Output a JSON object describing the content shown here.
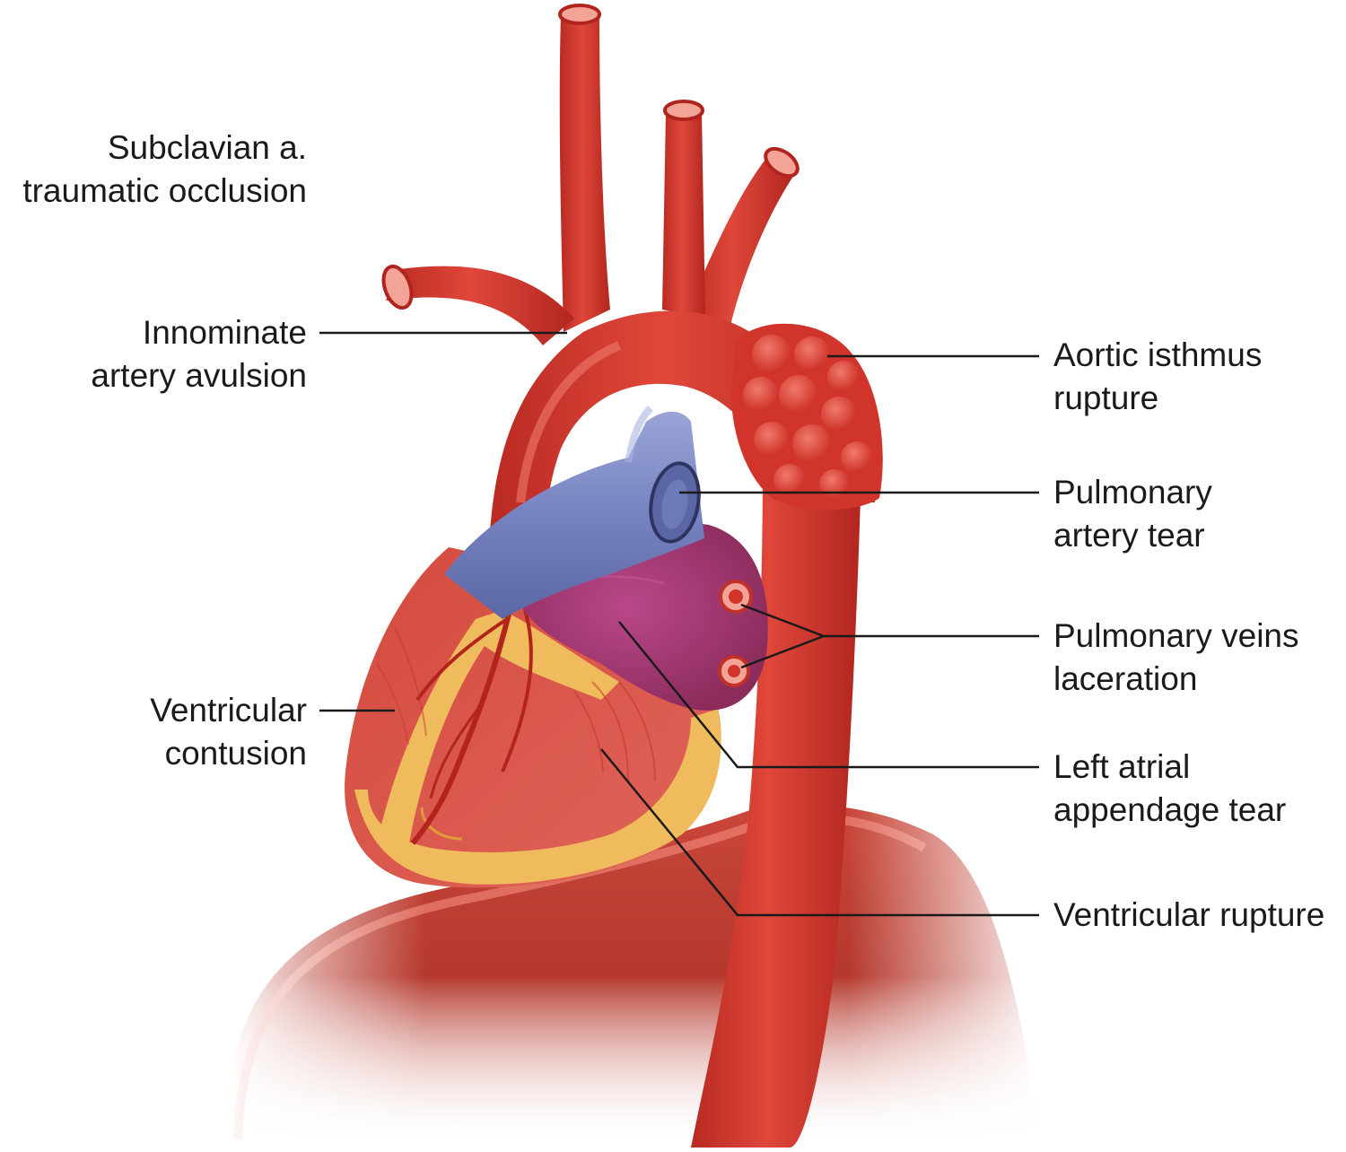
{
  "figure": {
    "labels": {
      "subclavian": [
        "Subclavian a.",
        "traumatic occlusion"
      ],
      "innominate": [
        "Innominate",
        "artery avulsion"
      ],
      "ventricular_contusion": [
        "Ventricular",
        "contusion"
      ],
      "aortic_isthmus": [
        "Aortic isthmus",
        "rupture"
      ],
      "pulmonary_artery": [
        "Pulmonary",
        "artery tear"
      ],
      "pulmonary_veins": [
        "Pulmonary veins",
        "laceration"
      ],
      "left_atrial": [
        "Left atrial",
        "appendage tear"
      ],
      "ventricular_rupture": [
        "Ventricular rupture"
      ]
    }
  },
  "colors": {
    "aorta": "#d2332c",
    "aorta_dark": "#a8221d",
    "aorta_light": "#ea6a5c",
    "pulmonary_artery": "#7a86c2",
    "left_atrium": "#a63a72",
    "fat": "#f0bb5c",
    "ventricle": "#d84a3f",
    "diaphragm": "#b8402f",
    "leader": "#1a1a1a"
  }
}
